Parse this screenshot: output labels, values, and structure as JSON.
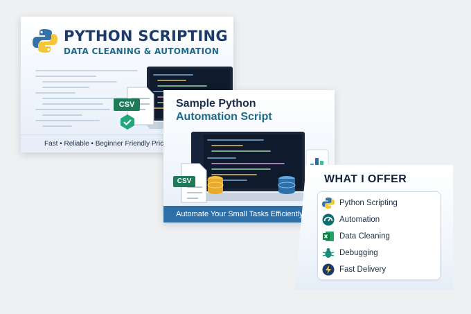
{
  "card1": {
    "title": "PYTHON SCRIPTING",
    "subtitle": "DATA CLEANING & AUTOMATION",
    "csv_label": "CSV",
    "footer": "Fast • Reliable • Beginner Friendly Pric"
  },
  "card2": {
    "title_line1": "Sample Python",
    "title_line2": "Automation Script",
    "csv_label": "CSV",
    "footer": "Automate Your Small Tasks Efficiently"
  },
  "card3": {
    "heading": "WHAT I OFFER",
    "items": [
      {
        "label": "Python Scripting",
        "icon": "python-icon"
      },
      {
        "label": "Automation",
        "icon": "gauge-icon"
      },
      {
        "label": "Data Cleaning",
        "icon": "excel-icon"
      },
      {
        "label": "Debugging",
        "icon": "bug-icon"
      },
      {
        "label": "Fast Delivery",
        "icon": "lightning-icon"
      }
    ]
  },
  "colors": {
    "navy": "#1d3b66",
    "teal": "#1e6a8a",
    "accent_blue": "#2f6fa8",
    "csv_green": "#1f7a5a",
    "background": "#eef0f2"
  }
}
